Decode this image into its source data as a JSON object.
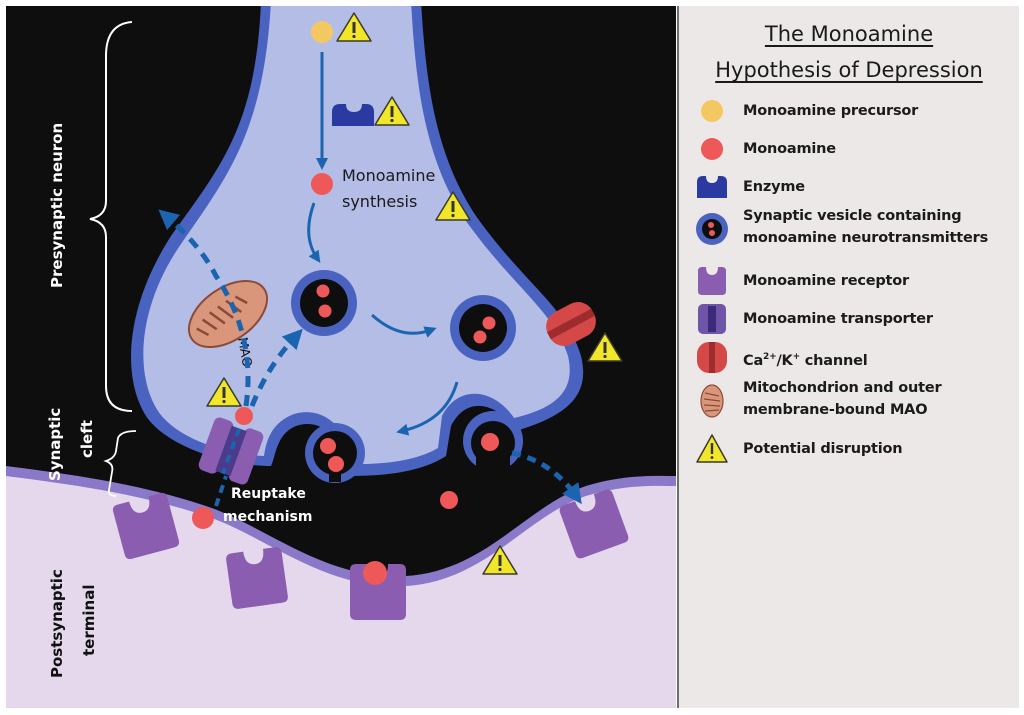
{
  "legend": {
    "title_line1": "The Monoamine",
    "title_line2": "Hypothesis of Depression",
    "items": [
      {
        "icon": "monoamine-precursor-icon",
        "label": "Monoamine precursor",
        "color": "#f4c860"
      },
      {
        "icon": "monoamine-icon",
        "label": "Monoamine",
        "color": "#ee5858"
      },
      {
        "icon": "enzyme-icon",
        "label": "Enzyme",
        "color": "#2b3aa0"
      },
      {
        "icon": "synaptic-vesicle-icon",
        "label_line1": "Synaptic vesicle containing",
        "label_line2": "monoamine neurotransmitters",
        "color": "#4a63c0"
      },
      {
        "icon": "monoamine-receptor-icon",
        "label": "Monoamine receptor",
        "color": "#8a5db0"
      },
      {
        "icon": "monoamine-transporter-icon",
        "label": "Monoamine transporter",
        "color": "#6e55a8"
      },
      {
        "icon": "ca-k-channel-icon",
        "label_prefix": "Ca",
        "sup1": "2+",
        "label_mid": "/K",
        "sup2": "+",
        "label_suffix": " channel",
        "color": "#d44848"
      },
      {
        "icon": "mitochondrion-icon",
        "label_line1": "Mitochondrion and outer",
        "label_line2": "membrane-bound MAO",
        "color": "#d9967a"
      },
      {
        "icon": "warning-icon",
        "label": "Potential disruption",
        "color": "#f2e62a"
      }
    ]
  },
  "diagram": {
    "labels": {
      "presynaptic": "Presynaptic neuron",
      "synaptic_cleft_line1": "Synaptic",
      "synaptic_cleft_line2": "cleft",
      "postsynaptic_line1": "Postsynaptic",
      "postsynaptic_line2": "terminal",
      "synthesis_line1": "Monoamine",
      "synthesis_line2": "synthesis",
      "mao": "MAO",
      "reuptake_line1": "Reuptake",
      "reuptake_line2": "mechanism"
    },
    "colors": {
      "background": "#0e0e0e",
      "neuron_fill": "#b4bde6",
      "membrane": "#4a63c0",
      "postsynaptic_fill": "#e6d8ec",
      "postsynaptic_membrane": "#8a78c8",
      "arrow": "#1a64b0"
    }
  }
}
